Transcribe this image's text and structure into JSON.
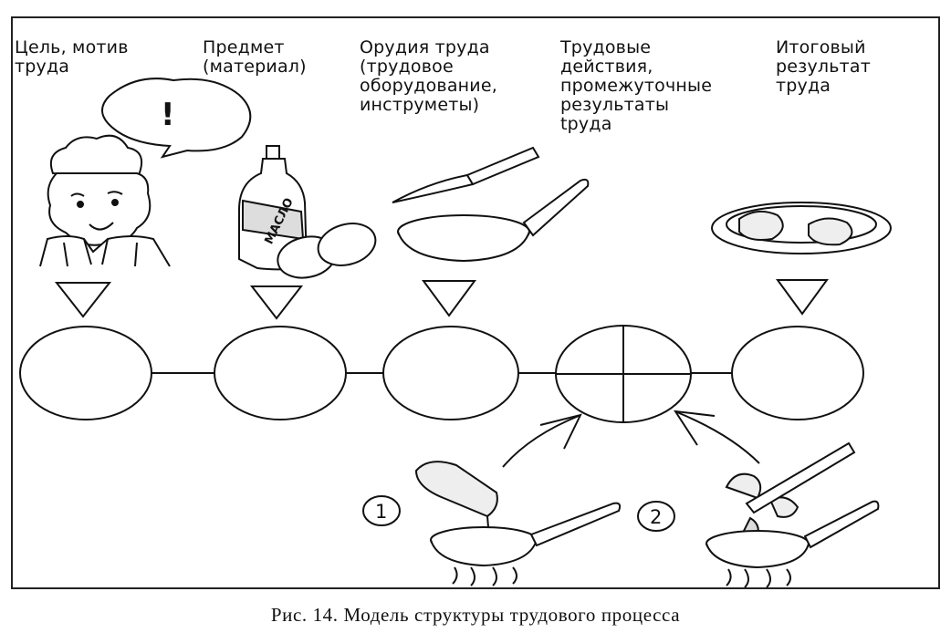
{
  "stages": [
    {
      "id": "goal",
      "label": "Цель, мотив\nтруда"
    },
    {
      "id": "material",
      "label": "Предмет\n(материал)"
    },
    {
      "id": "tools",
      "label": "Орудия труда\n(трудовое\nоборудование,\nинструметы)"
    },
    {
      "id": "actions",
      "label": "Трудовые\nдействия,\nпромежуточные\nрезультаты\ntруда"
    },
    {
      "id": "result",
      "label": "Итоговый\nрезультат\nтруда"
    }
  ],
  "bubble_text": "!",
  "bottle_label": "МАСЛО",
  "step_numbers": [
    "1",
    "2"
  ],
  "caption": "Рис. 14. Модель структуры трудового процесса",
  "icons": [
    "cook-boy-icon",
    "thought-bubble-icon",
    "oil-bottle-icon",
    "eggs-icon",
    "knife-icon",
    "frying-pan-icon",
    "fried-eggs-plate-icon",
    "pouring-oil-icon",
    "cracking-egg-icon"
  ]
}
